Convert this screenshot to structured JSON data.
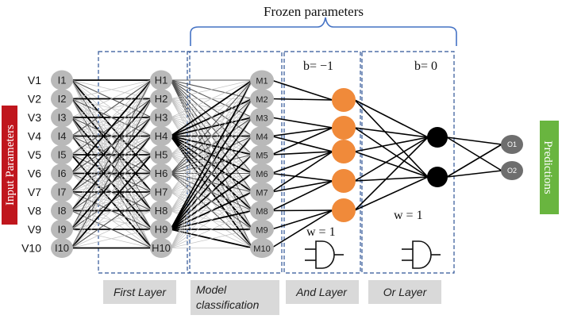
{
  "title": "Frozen parameters",
  "input_labels": [
    "V1",
    "V2",
    "V3",
    "V4",
    "V5",
    "V6",
    "V7",
    "V8",
    "V9",
    "V10"
  ],
  "input_nodes": [
    "I1",
    "I2",
    "I3",
    "I4",
    "I5",
    "I6",
    "I7",
    "I8",
    "I9",
    "I10"
  ],
  "hidden_nodes": [
    "H1",
    "H2",
    "H3",
    "H4",
    "H5",
    "H6",
    "H7",
    "H8",
    "H9",
    "H10"
  ],
  "model_nodes": [
    "M1",
    "M2",
    "M3",
    "M4",
    "M5",
    "M6",
    "M7",
    "M8",
    "M9",
    "M10"
  ],
  "output_nodes": [
    "O1",
    "O2"
  ],
  "side_labels": {
    "left": "Input Parameters",
    "right": "Predictions"
  },
  "params": {
    "and_bias": "b= −1",
    "or_bias": "b= 0",
    "and_weight": "w = 1",
    "or_weight": "w = 1"
  },
  "layer_labels": {
    "first": "First Layer",
    "model_line1": "Model",
    "model_line2": "classification",
    "and": "And Layer",
    "or": "Or Layer"
  },
  "colors": {
    "node_gray": "#b9b9b9",
    "and_orange": "#f08a3a",
    "or_black": "#000000",
    "output_gray": "#6e6e6e",
    "input_red": "#c0161d",
    "pred_green": "#69b53f",
    "frame_blue": "#2f5597",
    "brace_blue": "#4472c4"
  }
}
